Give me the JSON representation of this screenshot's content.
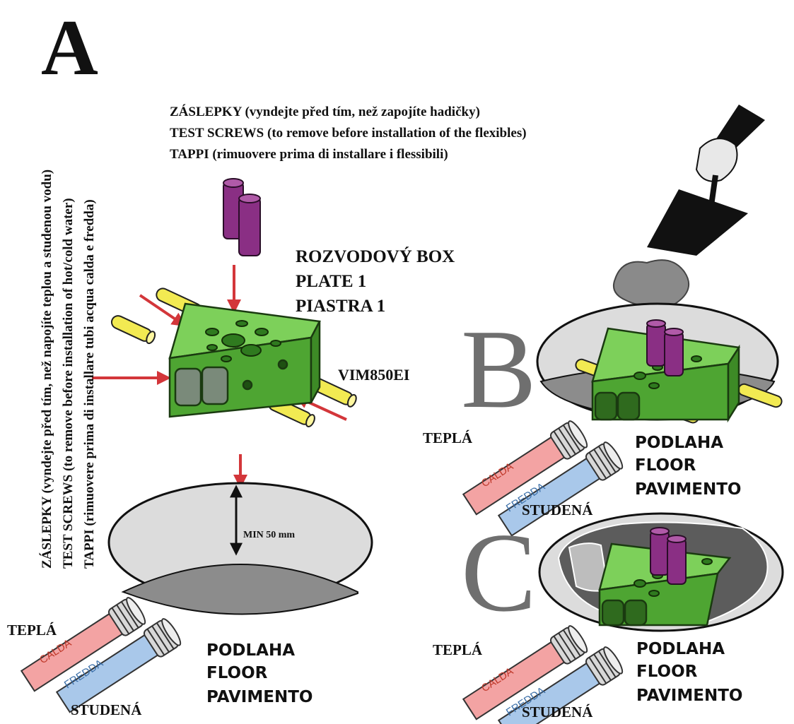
{
  "panels": {
    "a": {
      "letter": "A"
    },
    "b": {
      "letter": "B"
    },
    "c": {
      "letter": "C"
    }
  },
  "caps_note": {
    "cz": "ZÁSLEPKY (vyndejte před tím, než zapojíte hadičky)",
    "en": "TEST SCREWS (to remove before installation of the flexibles)",
    "it": "TAPPI (rimuovere prima di installare i flessibili)"
  },
  "side_note": {
    "cz": "ZÁSLEPKY (vyndejte před tím, než napojíte teplou a studenou vodu)",
    "en": "TEST SCREWS (to remove before installation of hot/cold water)",
    "it": "TAPPI (rimuovere prima di installare tubi acqua calda e fredda)"
  },
  "box_label": {
    "cz": "ROZVODOVÝ BOX",
    "en": "PLATE 1",
    "it": "PIASTRA 1"
  },
  "model": "VIM850EI",
  "min_depth": "MIN 50 mm",
  "floor": {
    "cz": "PODLAHA",
    "en": "FLOOR",
    "it": "PAVIMENTO"
  },
  "hot": "TEPLÁ",
  "cold": "STUDENÁ",
  "pipe_hot": "CALDA",
  "pipe_cold": "FREDDA",
  "colors": {
    "plate_green": "#5cb83a",
    "cap_purple": "#8a2f84",
    "screw_yellow": "#f2ea52",
    "arrow_red": "#d3363a",
    "pipe_red": "#f3a3a3",
    "pipe_blue": "#a9c8ea",
    "letter_grey": "#6f6f6f"
  }
}
